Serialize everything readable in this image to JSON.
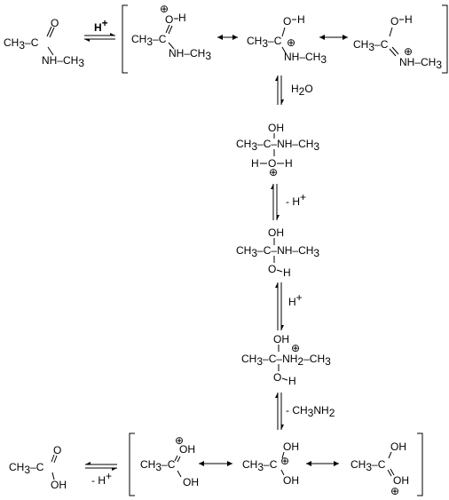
{
  "reagents": {
    "step1": "H",
    "step1_sup": "+",
    "step2": "H",
    "step2_sub": "2",
    "step2_tail": "O",
    "step3": "- H",
    "step3_sup": "+",
    "step4": "H",
    "step4_sup": "+",
    "step5": "- CH",
    "step5_sub1": "3",
    "step5_mid": "NH",
    "step5_sub2": "2",
    "step6": "- H",
    "step6_sup": "+"
  },
  "atoms": {
    "ch": "CH",
    "sub3": "3",
    "sub2": "2",
    "c": "C",
    "o": "O",
    "h": "H",
    "oh": "OH",
    "nh_ch3": "NH–CH",
    "nh": "NH",
    "ch3_tail": "–CH",
    "plus_circle": "⊕"
  }
}
